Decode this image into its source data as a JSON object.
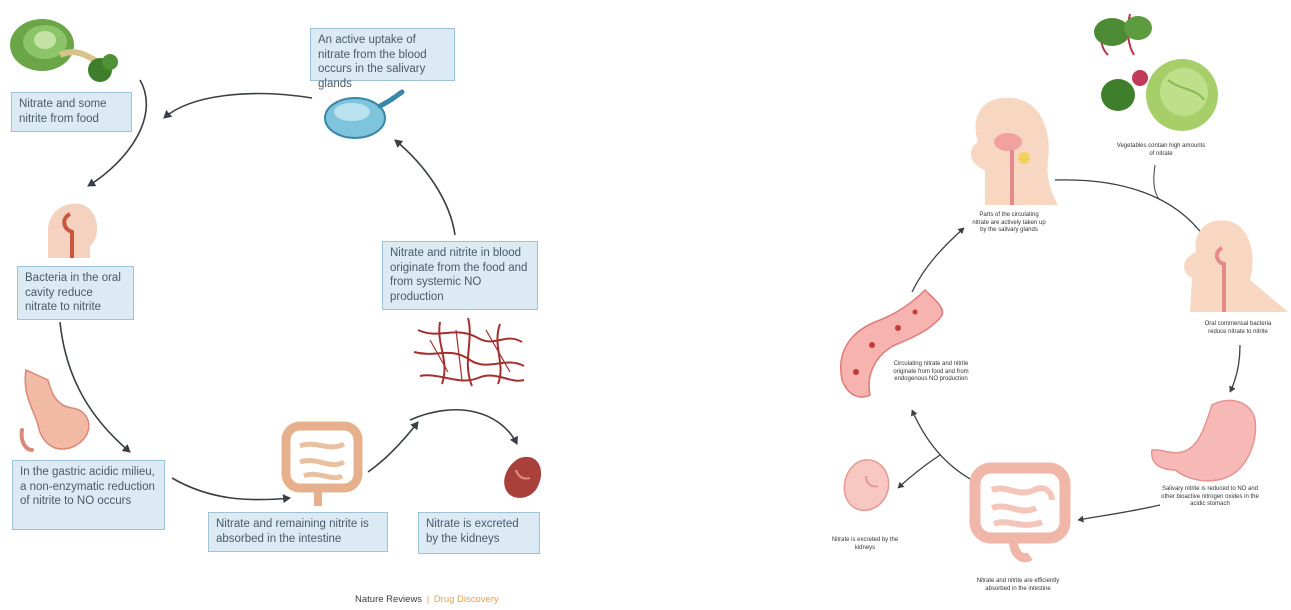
{
  "left_diagram": {
    "labels": {
      "food": "Nitrate and some nitrite from food",
      "salivary": "An active uptake of nitrate from the blood occurs in the salivary glands",
      "oral": "Bacteria in the oral cavity reduce nitrate to nitrite",
      "blood": "Nitrate and nitrite in blood originate from the food and from systemic NO production",
      "gastric": "In the gastric acidic milieu, a non-enzymatic reduction of nitrite to NO occurs",
      "intestine": "Nitrate and remaining nitrite is absorbed in the intestine",
      "kidney": "Nitrate is excreted by the kidneys"
    },
    "footer": {
      "journal": "Nature Reviews",
      "separator": "|",
      "section": "Drug Discovery"
    }
  },
  "right_diagram": {
    "captions": {
      "vegetables": "Vegetables contain high amounts of nitrate",
      "salivary": "Parts of the circulating nitrate are actively taken up by the salivary glands",
      "oral": "Oral commensal bacteria reduce nitrate to nitrite",
      "circulating": "Circulating nitrate and nitrite originate from food and from endogenous NO production",
      "stomach": "Salivary nitrite is reduced to NO and other bioactive nitrogen oxides in the acidic stomach",
      "kidney": "Nitrate is excreted by the kidneys",
      "intestine": "Nitrate and nitrite are efficiently absorbed in the intestine"
    }
  },
  "colors": {
    "box_fill": "#dcebf3",
    "box_border": "#9ec2d6",
    "arrow": "#3a3f45",
    "accent": "#e8a04a",
    "tissue": "#f4c9b8",
    "blood": "#b23a3a",
    "leaf": "#5a9a3a"
  },
  "icons": [
    "lettuce-icon",
    "salivary-gland-icon",
    "head-throat-icon",
    "blood-vessels-icon",
    "stomach-icon",
    "intestine-icon",
    "kidney-icon",
    "beetroot-icon",
    "cabbage-icon"
  ]
}
